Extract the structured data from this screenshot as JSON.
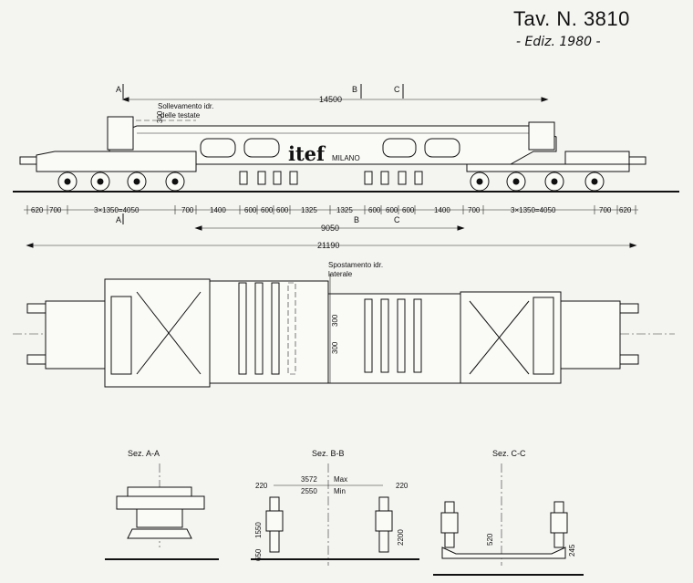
{
  "header": {
    "plate_number": "Tav.  N. 3810",
    "edition": "- Ediz. 1980 -"
  },
  "side_view": {
    "section_letters": [
      "A",
      "B",
      "C"
    ],
    "lifting_note": [
      "Sollevamento idr.",
      "delle testate"
    ],
    "lift_value": "300",
    "frame_length": "14500",
    "logo": "itef",
    "logo_city": "MILANO",
    "bottom_dims": [
      "620",
      "700",
      "3×1350=4050",
      "700",
      "1400",
      "600",
      "600",
      "600",
      "1325",
      "1325",
      "600",
      "600",
      "600",
      "1400",
      "700",
      "3×1350=4050",
      "700",
      "620"
    ],
    "mid_dim": "9050",
    "overall_dim": "21190"
  },
  "plan_view": {
    "shift_note": [
      "Spostamento idr.",
      "laterale"
    ],
    "shift_values": [
      "300",
      "300"
    ]
  },
  "sections": {
    "aa": {
      "title": "Sez.    A-A"
    },
    "bb": {
      "title": "Sez.  B-B",
      "dims": [
        "220",
        "3572",
        "2550",
        "Max",
        "Min",
        "220",
        "1550",
        "650",
        "2200"
      ]
    },
    "cc": {
      "title": "Sez.  C-C",
      "dims": [
        "520",
        "245"
      ]
    }
  }
}
